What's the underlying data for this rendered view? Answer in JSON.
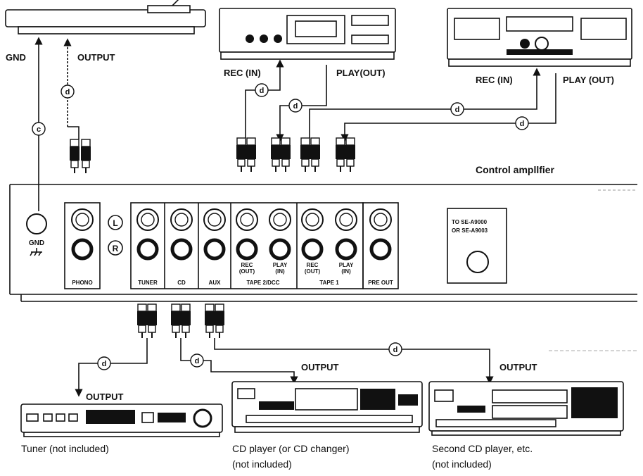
{
  "amplifier": {
    "title": "Control ampllfier",
    "gnd_label": "GND",
    "channel_left": "L",
    "channel_right": "R",
    "jacks_bottom_labels": {
      "phono": "PHONO",
      "tuner": "TUNER",
      "cd": "CD",
      "aux": "AUX",
      "tape2": "TAPE 2/DCC",
      "tape1": "TAPE 1",
      "pre_out": "PRE OUT"
    },
    "sub_labels": {
      "tape2_rec_1": "REC",
      "tape2_rec_2": "(OUT)",
      "tape2_play_1": "PLAY",
      "tape2_play_2": "(IN)",
      "tape1_rec_1": "REC",
      "tape1_rec_2": "(OUT)",
      "tape1_play_1": "PLAY",
      "tape1_play_2": "(IN)"
    },
    "connector_box_1": "TO SE-A9000",
    "connector_box_2": "OR SE-A9003"
  },
  "turntable": {
    "gnd": "GND",
    "output": "OUTPUT"
  },
  "tape_deck_1": {
    "rec": "REC (IN)",
    "play": "PLAY(OUT)"
  },
  "tape_deck_2": {
    "rec": "REC (IN)",
    "play": "PLAY (OUT)"
  },
  "cable_markers": {
    "c": "c",
    "d": "d"
  },
  "tuner": {
    "output": "OUTPUT",
    "caption": "Tuner (not included)"
  },
  "cd_player": {
    "output": "OUTPUT",
    "caption_1": "CD player (or CD changer)",
    "caption_2": "(not included)"
  },
  "cd_player_2": {
    "output": "OUTPUT",
    "caption_1": "Second CD player, etc.",
    "caption_2": "(not included)"
  },
  "colors": {
    "line": "#111111",
    "background": "#ffffff"
  },
  "icons": [
    "ground-symbol-icon",
    "rca-plug-icon",
    "arrow-icon"
  ]
}
